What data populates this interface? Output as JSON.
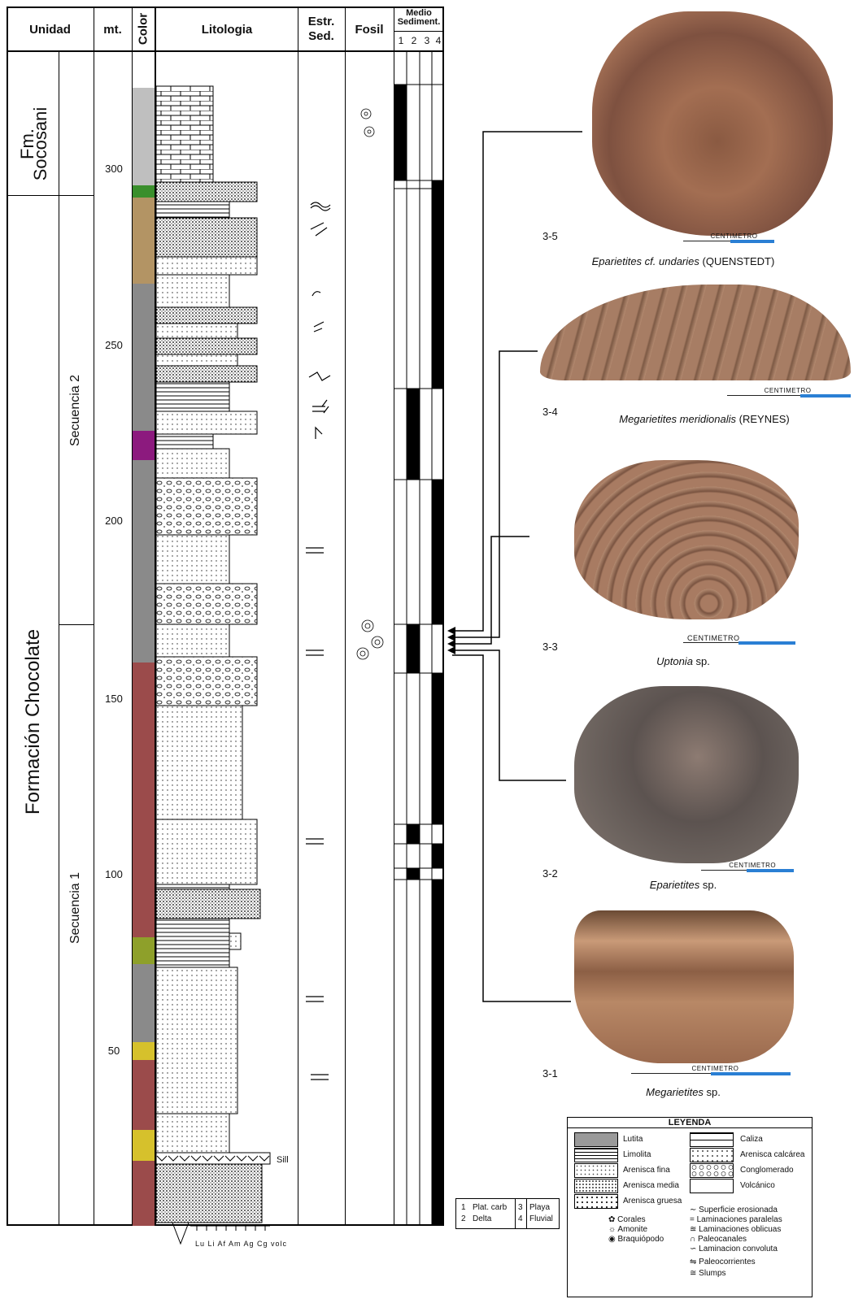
{
  "headers": {
    "unidad": "Unidad",
    "mt": "mt.",
    "color": "Color",
    "litologia": "Litologia",
    "estr": "Estr.",
    "sed": "Sed.",
    "fosil": "Fosil",
    "medio": "Medio",
    "sediment": "Sediment.",
    "m1": "1",
    "m2": "2",
    "m3": "3",
    "m4": "4"
  },
  "units": {
    "fm": "Fm.",
    "socosani": "Socosani",
    "chocolate": "Formación Chocolate",
    "seq2": "Secuencia 2",
    "seq1": "Secuencia 1"
  },
  "ticks": [
    "300",
    "250",
    "200",
    "150",
    "100",
    "50"
  ],
  "sill": "Sill",
  "grain_axis": "Lu Li Af Am Ag Cg  volc",
  "specimens": [
    {
      "num": "3-5",
      "genus": "Eparietites cf. undaries",
      "author": "(QUENSTEDT)",
      "scale": "CENTIMETRO"
    },
    {
      "num": "3-4",
      "genus": "Megarietites meridionalis",
      "author": "(REYNES)",
      "scale": "CENTIMETRO"
    },
    {
      "num": "3-3",
      "genus": "Uptonia",
      "author": "sp.",
      "scale": "CENTIMETRO"
    },
    {
      "num": "3-2",
      "genus": "Eparietites",
      "author": "sp.",
      "scale": "CENTIMETRO"
    },
    {
      "num": "3-1",
      "genus": "Megarietites",
      "author": "sp.",
      "scale": "CENTIMETRO"
    }
  ],
  "legend": {
    "title": "LEYENDA",
    "left": [
      "Lutita",
      "Limolita",
      "Arenisca fina",
      "Arenisca media",
      "Arenisca gruesa"
    ],
    "right": [
      "Caliza",
      "Arenisca calcárea",
      "Conglomerado",
      "Volcánico"
    ],
    "symbols": [
      "Corales",
      "Amonite",
      "Braquiópodo"
    ],
    "structures": [
      "Superficie erosionada",
      "Laminaciones paralelas",
      "Laminaciones oblicuas",
      "Paleocanales",
      "Laminacion convoluta",
      "Paleocorrientes",
      "Slumps"
    ]
  },
  "env_key": {
    "r1a": "1",
    "r1b": "Plat. carb",
    "r1c": "3",
    "r1d": "Playa",
    "r2a": "2",
    "r2b": "Delta",
    "r2c": "4",
    "r2d": "Fluvial"
  },
  "colors": {
    "light_gray": "#bfbfbf",
    "gray": "#8a8a8a",
    "green": "#3a8f2c",
    "tan": "#b39464",
    "purple": "#8c1a7e",
    "red": "#9b4b4b",
    "olive": "#8ea02a",
    "yellow": "#d6c12c",
    "blue": "#2a7fd4"
  }
}
